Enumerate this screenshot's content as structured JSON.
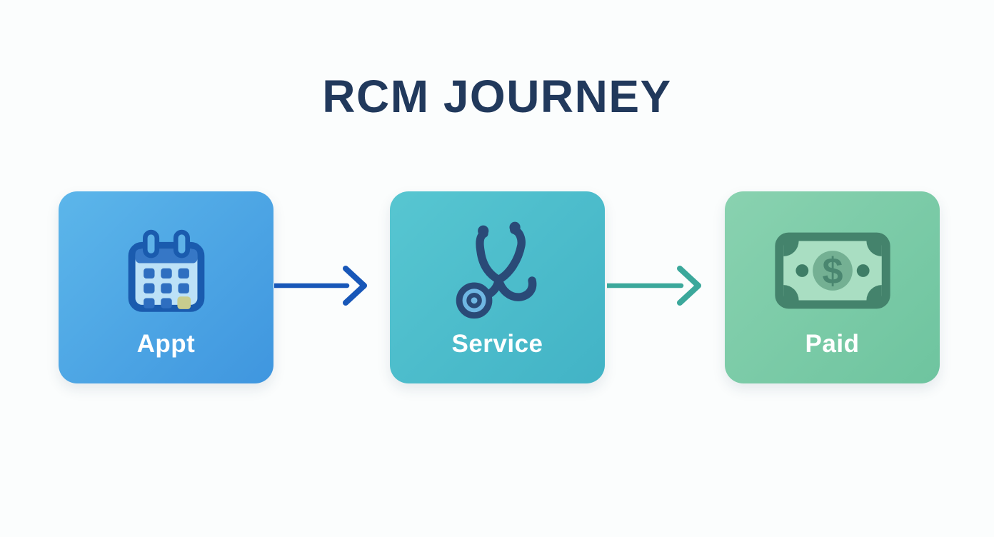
{
  "title": "RCM JOURNEY",
  "steps": [
    {
      "label": "Appt",
      "icon": "calendar-icon",
      "card_color": "#4ba5e5"
    },
    {
      "label": "Service",
      "icon": "stethoscope-icon",
      "card_color": "#4dbfcc"
    },
    {
      "label": "Paid",
      "icon": "money-bill-icon",
      "card_color": "#7bcba8"
    }
  ],
  "arrows": [
    {
      "from": "Appt",
      "to": "Service",
      "color": "#1857b8"
    },
    {
      "from": "Service",
      "to": "Paid",
      "color": "#3ba89b"
    }
  ],
  "colors": {
    "background": "#fbfdfd",
    "title_text": "#21395c",
    "label_text": "#ffffff",
    "calendar_outline": "#1a5bae",
    "calendar_highlight": "#c8cd8e",
    "stethoscope_stroke": "#2a4a77",
    "stethoscope_chestpiece": "#6fb7e3",
    "bill_dark_green": "#44836c",
    "bill_light_green": "#a9dec2"
  }
}
